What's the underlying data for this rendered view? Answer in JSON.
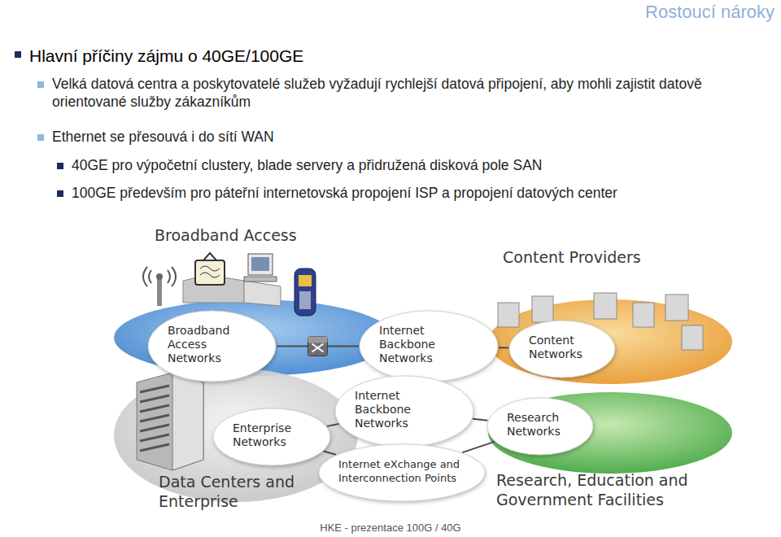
{
  "diagram": {
    "title": "Rostoucí nároky",
    "caption": "HKE - prezentace 100G / 40G",
    "nodes": [
      {
        "text": [
          "Broadband Access"
        ]
      },
      {
        "text": [
          "Broadband Access Networks"
        ],
        "in": 0
      },
      {
        "text": [
          "Internet Backbone Networks"
        ]
      },
      {
        "text": [
          "Content Providers"
        ]
      },
      {
        "text": [
          "Content Networks"
        ],
        "in": 3
      },
      {
        "text": [
          "Data Centers and Enterprise"
        ]
      },
      {
        "text": [
          "Enterprise Networks"
        ],
        "in": 5
      },
      {
        "text": [
          "Internet Backbone Networks"
        ]
      },
      {
        "text": [
          "Research, Education and Government Facilities"
        ]
      },
      {
        "text": [
          "Research Networks"
        ],
        "in": 8
      },
      {
        "text": [
          "Internet eXchange and Interconnection Points"
        ]
      }
    ],
    "edges": [
      {
        "from": 1,
        "to": 2,
        "arrow": "none"
      },
      {
        "from": 2,
        "to": 4,
        "arrow": "none"
      },
      {
        "from": 2,
        "to": 7,
        "arrow": "none"
      },
      {
        "from": 6,
        "to": 7,
        "arrow": "none"
      },
      {
        "from": 7,
        "to": 9,
        "arrow": "none"
      },
      {
        "from": 6,
        "to": 10,
        "arrow": "none"
      },
      {
        "from": 9,
        "to": 10,
        "arrow": "none"
      }
    ],
    "labels": [
      "Hlavní příčiny zájmu o 40GE/100GE",
      "Velká datová centra a poskytovatelé služeb vyžadují rychlejší datová připojení, aby mohli zajistit datově orientované služby zákazníkům",
      "Ethernet se přesouvá i do sítí WAN",
      "40GE pro výpočetní clustery, blade servery a přidružená disková pole SAN",
      "100GE především pro páteřní internetovská propojení ISP a propojení datových center"
    ]
  }
}
